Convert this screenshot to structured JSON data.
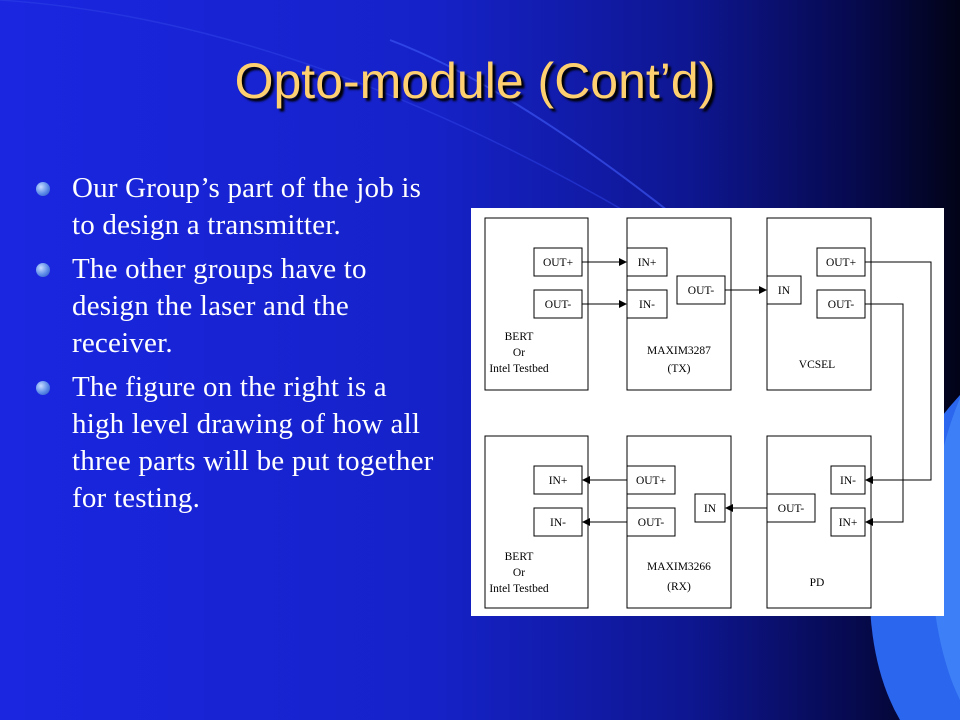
{
  "slide": {
    "title": "Opto-module (Cont’d)",
    "bullets": [
      "Our Group’s part of the job is to design a transmitter.",
      "The other groups have to design the laser and the receiver.",
      "The figure on the right is a high level drawing of how all three parts will be put together for testing."
    ]
  },
  "diagram": {
    "blocks": {
      "bert_top": {
        "line1": "BERT",
        "line2": "Or",
        "line3": "Intel Testbed"
      },
      "maxim_tx": {
        "line1": "MAXIM3287",
        "line2": "(TX)"
      },
      "vcsel": {
        "line1": "VCSEL"
      },
      "bert_bottom": {
        "line1": "BERT",
        "line2": "Or",
        "line3": "Intel Testbed"
      },
      "maxim_rx": {
        "line1": "MAXIM3266",
        "line2": "(RX)"
      },
      "pd": {
        "line1": "PD"
      }
    },
    "ports": {
      "bert_top_out_plus": "OUT+",
      "bert_top_out_minus": "OUT-",
      "tx_in_plus": "IN+",
      "tx_in_minus": "IN-",
      "tx_out_minus": "OUT-",
      "vcsel_in": "IN",
      "vcsel_out_plus": "OUT+",
      "vcsel_out_minus": "OUT-",
      "bert_bottom_in_plus": "IN+",
      "bert_bottom_in_minus": "IN-",
      "rx_out_plus": "OUT+",
      "rx_out_minus": "OUT-",
      "rx_in": "IN",
      "pd_out_minus": "OUT-",
      "pd_in_minus": "IN-",
      "pd_in_plus": "IN+"
    }
  },
  "colors": {
    "title": "#ffd070",
    "background": "#1a26e0",
    "text": "#ffffff"
  }
}
